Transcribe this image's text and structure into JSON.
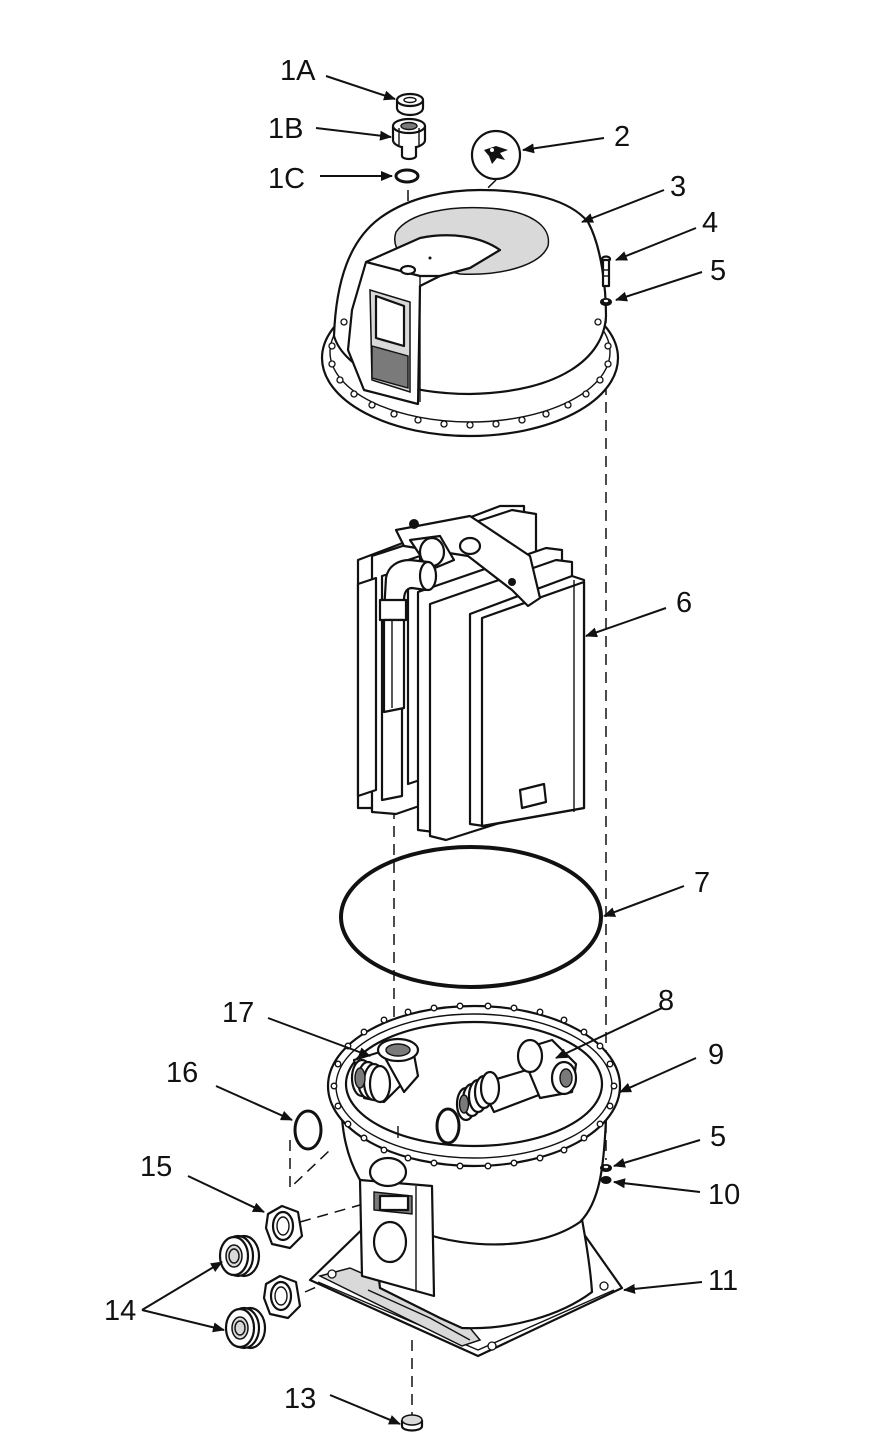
{
  "callouts": {
    "c1a": "1A",
    "c1b": "1B",
    "c1c": "1C",
    "c2": "2",
    "c3": "3",
    "c4": "4",
    "c5a": "5",
    "c6": "6",
    "c7": "7",
    "c8": "8",
    "c9": "9",
    "c5b": "5",
    "c10": "10",
    "c11": "11",
    "c13": "13",
    "c14": "14",
    "c15": "15",
    "c16": "16",
    "c17": "17"
  },
  "icons": {
    "arrowhead": "filled-triangle"
  }
}
